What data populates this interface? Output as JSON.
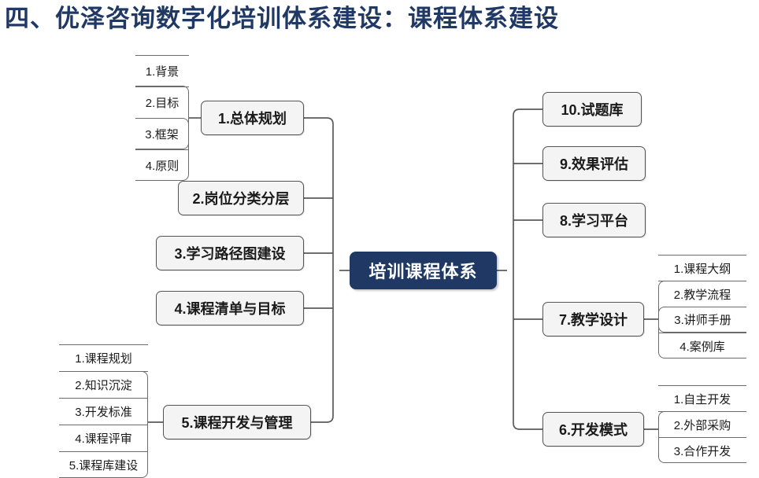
{
  "title": "四、优泽咨询数字化培训体系建设：课程体系建设",
  "colors": {
    "center_fill": "#1F3864",
    "center_text": "#FFFFFF",
    "node_fill": "#F4F4F4",
    "node_border": "#545454",
    "line": "#5A5A5A",
    "title_text": "#1F3864"
  },
  "center": {
    "label": "培训课程体系"
  },
  "left_branches": [
    {
      "label": "1.总体规划",
      "sub_items": [
        "1.背景",
        "2.目标",
        "3.框架",
        "4.原则"
      ],
      "connector_index": 2
    },
    {
      "label": "2.岗位分类分层",
      "sub_items": [],
      "connector_index": -1
    },
    {
      "label": "3.学习路径图建设",
      "sub_items": [],
      "connector_index": -1
    },
    {
      "label": "4.课程清单与目标",
      "sub_items": [],
      "connector_index": -1
    },
    {
      "label": "5.课程开发与管理",
      "sub_items": [
        "1.课程规划",
        "2.知识沉淀",
        "3.开发标准",
        "4.课程评审",
        "5.课程库建设"
      ],
      "connector_index": 2
    }
  ],
  "right_branches": [
    {
      "label": "10.试题库",
      "sub_items": [],
      "connector_index": -1
    },
    {
      "label": "9.效果评估",
      "sub_items": [],
      "connector_index": -1
    },
    {
      "label": "8.学习平台",
      "sub_items": [],
      "connector_index": -1
    },
    {
      "label": "7.教学设计",
      "sub_items": [
        "1.课程大纲",
        "2.教学流程",
        "3.讲师手册",
        "4.案例库"
      ],
      "connector_index": 2
    },
    {
      "label": "6.开发模式",
      "sub_items": [
        "1.自主开发",
        "2.外部采购",
        "3.合作开发"
      ],
      "connector_index": 1
    }
  ]
}
